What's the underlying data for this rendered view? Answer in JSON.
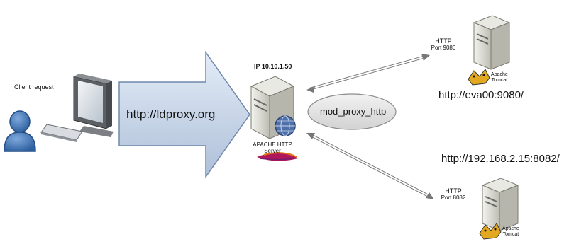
{
  "client": {
    "label": "Client request"
  },
  "request": {
    "url": "http://ldproxy.org"
  },
  "proxy": {
    "ip": "IP 10.10.1.50",
    "server_label_line1": "APACHE HTTP",
    "server_label_line2": "Server",
    "module": "mod_proxy_http"
  },
  "backend_top": {
    "protocol": "HTTP",
    "port": "Port 9080",
    "tomcat_line1": "Apache",
    "tomcat_line2": "Tomcat",
    "url": "http://eva00:9080/"
  },
  "backend_bottom": {
    "protocol": "HTTP",
    "port": "Port 8082",
    "tomcat_line1": "Apache",
    "tomcat_line2": "Tomcat",
    "url": "http://192.168.2.15:8082/"
  },
  "colors": {
    "big_arrow_fill": "#c8d9ee",
    "big_arrow_stroke": "#6f89ad",
    "user_icon": "#3b6fb0",
    "ellipse_fill": "#e4e4e4",
    "server_body": "#d9d9d2"
  }
}
